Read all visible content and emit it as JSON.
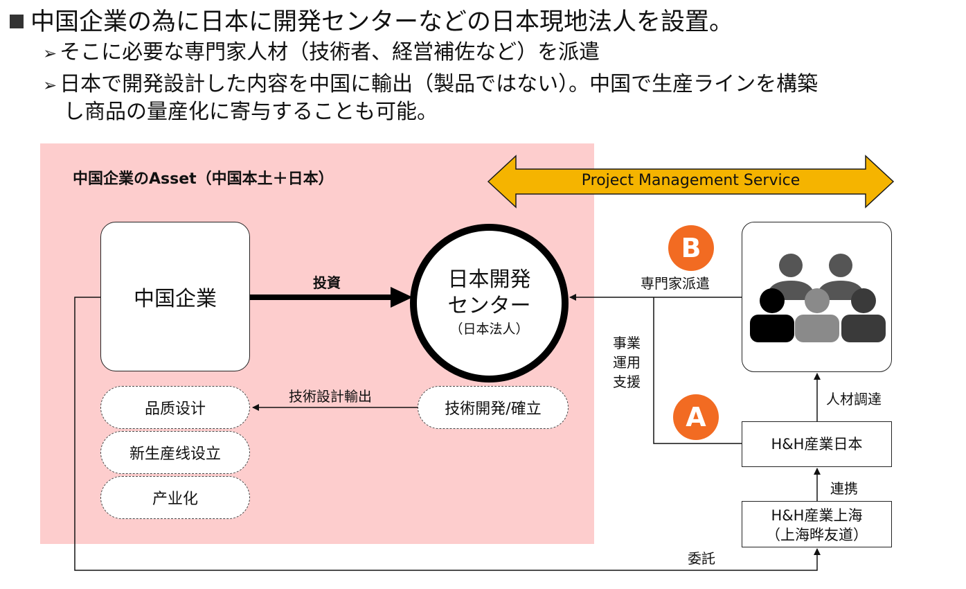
{
  "header": {
    "main": "中国企業の為に日本に開発センターなどの日本現地法人を設置。",
    "sub1": "そこに必要な専門家人材（技術者、経営補佐など）を派遣",
    "sub2_line1": "日本で開発設計した内容を中国に輸出（製品ではない）。中国で生産ラインを構築",
    "sub2_line2": "し商品の量産化に寄与することも可能。"
  },
  "diagram": {
    "asset_title": "中国企業のAsset（中国本土＋日本）",
    "pms_label": "Project Management Service",
    "china_company": "中国企業",
    "invest_label": "投資",
    "dev_center": {
      "line1": "日本開発",
      "line2": "センター",
      "line3": "（日本法人）"
    },
    "tech_export_label": "技術設計輸出",
    "tech_dev_label": "技術開発/確立",
    "china_items": [
      "品质设计",
      "新生産线设立",
      "产业化"
    ],
    "badge_b": "B",
    "badge_a": "A",
    "expert_dispatch": "専門家派遣",
    "business_support": [
      "事業",
      "運用",
      "支援"
    ],
    "talent_procurement": "人材調達",
    "hh_japan": "H&H産業日本",
    "collaboration": "連携",
    "hh_shanghai_line1": "H&H産業上海",
    "hh_shanghai_line2": "（上海晔友道）",
    "entrust": "委託"
  },
  "colors": {
    "asset_bg": "#fdcdcd",
    "pms_arrow": "#f5b400",
    "badge": "#f26b22"
  }
}
